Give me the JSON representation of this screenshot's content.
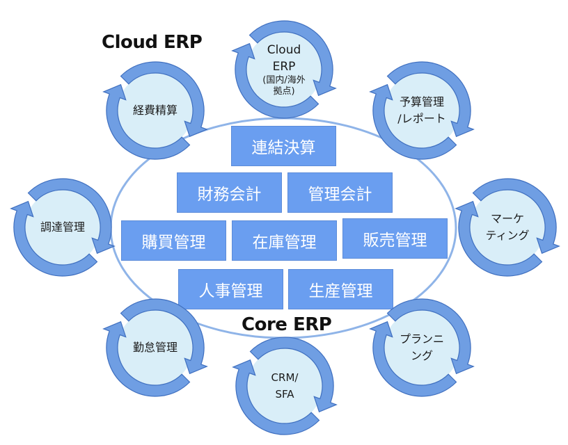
{
  "titles": {
    "cloud": "Cloud ERP",
    "core": "Core ERP"
  },
  "core_modules": [
    "連結決算",
    "財務会計",
    "管理会計",
    "購買管理",
    "在庫管理",
    "販売管理",
    "人事管理",
    "生産管理"
  ],
  "cloud_modules": {
    "center": {
      "line1": "Cloud",
      "line2": "ERP",
      "line3": "(国内/海外",
      "line4": "拠点)"
    },
    "expense": "経費精算",
    "budget": {
      "line1": "予算管理",
      "line2": "/レポート"
    },
    "procurement": "調達管理",
    "marketing": {
      "line1": "マーケ",
      "line2": "ティング"
    },
    "attendance": "勤怠管理",
    "crm": {
      "line1": "CRM/",
      "line2": "SFA"
    },
    "planning": {
      "line1": "プランニ",
      "line2": "ング"
    }
  },
  "colors": {
    "box_fill": "#6a9ef0",
    "box_border": "#5b8bd9",
    "ellipse_stroke": "#8fb4e8",
    "arrow_fill": "#6f9ee3",
    "arrow_dark": "#3f6fbf",
    "disc_fill": "#d9eef8"
  }
}
